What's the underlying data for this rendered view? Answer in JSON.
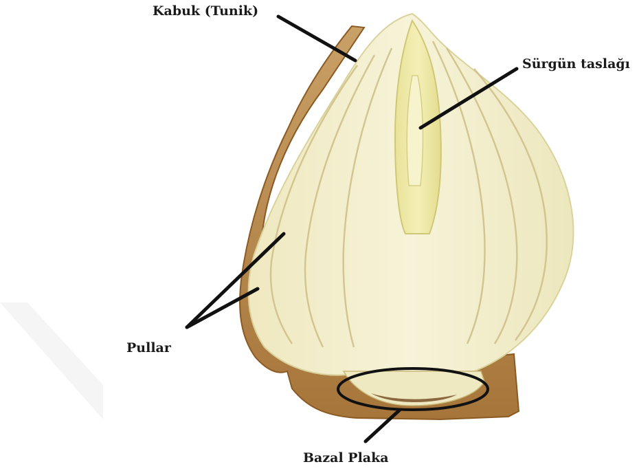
{
  "labels": {
    "tunic": "Kabuk (Tunik)",
    "shoot_primordium": "Sürgün taslağı",
    "scales": "Pullar",
    "basal_plate": "Bazal Plaka"
  },
  "colors": {
    "flesh": "#f3f0cf",
    "flesh_shadow": "#dcd8a8",
    "shoot_yellow": "#ece6a0",
    "tunic_brown": "#b8894a",
    "tunic_dark": "#8a5a22",
    "line": "#111111"
  }
}
